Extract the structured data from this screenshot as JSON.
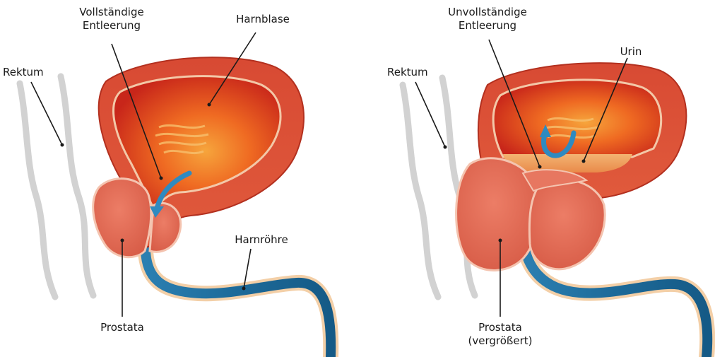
{
  "panels": {
    "normal": {
      "label_complete_emptying": [
        "Vollständige",
        "Entleerung"
      ],
      "label_bladder": "Harnblase",
      "label_rectum": "Rektum",
      "label_urethra": "Harnröhre",
      "label_prostate": "Prostata"
    },
    "enlarged": {
      "label_incomplete_emptying": [
        "Unvollständige",
        "Entleerung"
      ],
      "label_urine": "Urin",
      "label_rectum": "Rektum",
      "label_prostate": [
        "Prostata",
        "(vergrößert)"
      ]
    }
  },
  "colors": {
    "bladder_wall": "#d9452b",
    "bladder_inner": "#e8501d",
    "bladder_highlight": "#f5a43a",
    "prostate": "#e06a55",
    "urethra": "#1f6e9e",
    "urine": "#f0a45a",
    "rectum": "#cfcfcf",
    "flow_arrow": "#2f8ac0"
  }
}
